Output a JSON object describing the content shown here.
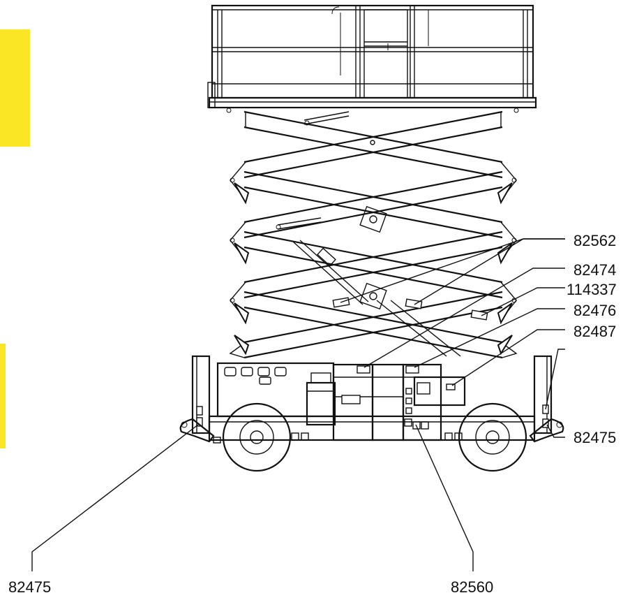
{
  "diagram": {
    "accent_color": "#fbe625",
    "labels": {
      "decal_82562": "82562",
      "decal_82474": "82474",
      "decal_114337": "114337",
      "decal_82476": "82476",
      "decal_82487": "82487",
      "decal_82475_right": "82475",
      "decal_82475_left": "82475",
      "decal_82560": "82560"
    }
  }
}
